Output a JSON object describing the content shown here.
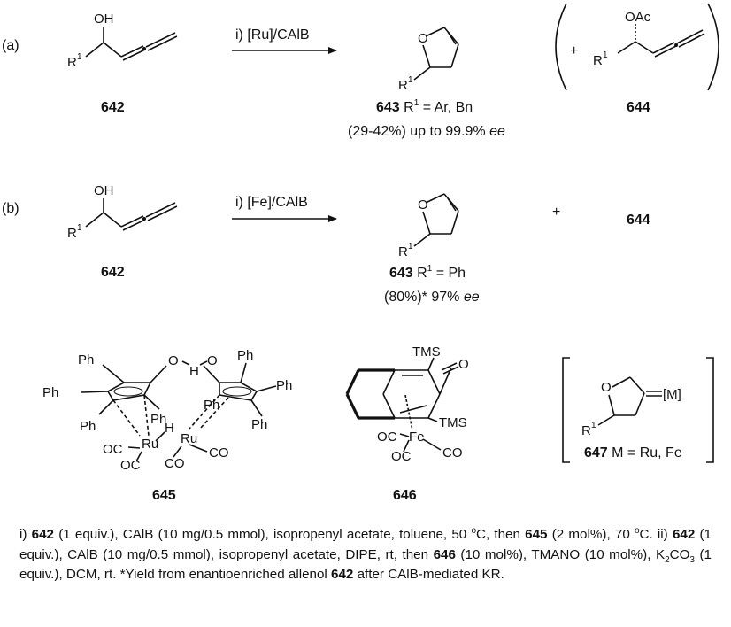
{
  "scheme": {
    "part_a": {
      "label": "(a)",
      "reagent": "i) [Ru]/CAlB",
      "sm_label": "642",
      "product_label": "643",
      "product_r": " R",
      "product_sup": "1",
      "product_eq": " = Ar, Bn",
      "yield_ee": "(29-42%) up to 99.9% ",
      "ee": "ee",
      "plus": "+",
      "byproduct_label": "644"
    },
    "part_b": {
      "label": "(b)",
      "reagent": "i) [Fe]/CAlB",
      "sm_label": "642",
      "product_label": "643",
      "product_r": " R",
      "product_sup": "1",
      "product_eq": " = Ph",
      "yield_ee": "(80%)* 97% ",
      "ee": "ee",
      "plus": "+",
      "byproduct_label": "644"
    },
    "catalysts": {
      "ru_label": "645",
      "fe_label": "646",
      "int_label": "647",
      "int_text": " M = Ru, Fe",
      "metal": "[M]"
    },
    "atoms": {
      "oh": "OH",
      "o": "O",
      "oac": "OAc",
      "r": "R",
      "one": "1",
      "ph": "Ph",
      "h": "H",
      "ru": "Ru",
      "fe": "Fe",
      "co": "CO",
      "oc": "OC",
      "tms": "TMS"
    }
  },
  "footnote": {
    "t1": "i) ",
    "c1": "642",
    "t2": " (1 equiv.), CAlB (10 mg/0.5 mmol), isopropenyl acetate, toluene, 50 ",
    "o1": "o",
    "t3": "C, then ",
    "c2": "645",
    "t4": " (2 mol%), 70 ",
    "o2": "o",
    "t5": "C. ii) ",
    "c3": "642",
    "t6": " (1 equiv.), CAlB (10 mg/0.5 mmol), isopropenyl acetate, DIPE, rt, then ",
    "c4": "646",
    "t7": " (10 mol%), TMANO (10 mol%), K",
    "sub2": "2",
    "t8": "CO",
    "sub3": "3",
    "t9": " (1 equiv.), DCM, rt. *Yield from enantioenriched allenol ",
    "c5": "642",
    "t10": " after CAlB-mediated KR."
  }
}
